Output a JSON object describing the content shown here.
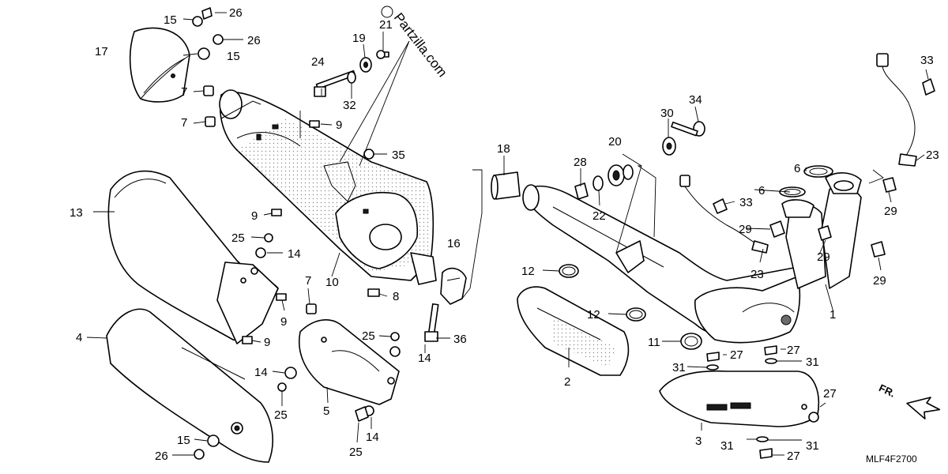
{
  "diagram": {
    "watermark": "Partzilla.com",
    "diagram_code": "MLF4F2700",
    "direction_label": "FR.",
    "callouts": [
      {
        "id": "c15a",
        "text": "15"
      },
      {
        "id": "c26a",
        "text": "26"
      },
      {
        "id": "c17",
        "text": "17"
      },
      {
        "id": "c26b",
        "text": "26"
      },
      {
        "id": "c15b",
        "text": "15"
      },
      {
        "id": "c7a",
        "text": "7"
      },
      {
        "id": "c7b",
        "text": "7"
      },
      {
        "id": "c24",
        "text": "24"
      },
      {
        "id": "c32",
        "text": "32"
      },
      {
        "id": "c19",
        "text": "19"
      },
      {
        "id": "c21",
        "text": "21"
      },
      {
        "id": "c9a",
        "text": "9"
      },
      {
        "id": "c35",
        "text": "35"
      },
      {
        "id": "c13",
        "text": "13"
      },
      {
        "id": "c9b",
        "text": "9"
      },
      {
        "id": "c25a",
        "text": "25"
      },
      {
        "id": "c14a",
        "text": "14"
      },
      {
        "id": "c10",
        "text": "10"
      },
      {
        "id": "c7c",
        "text": "7"
      },
      {
        "id": "c8",
        "text": "8"
      },
      {
        "id": "c9c",
        "text": "9"
      },
      {
        "id": "c9d",
        "text": "9"
      },
      {
        "id": "c4",
        "text": "4"
      },
      {
        "id": "c16",
        "text": "16"
      },
      {
        "id": "c36",
        "text": "36"
      },
      {
        "id": "c14b",
        "text": "14"
      },
      {
        "id": "c25b",
        "text": "25"
      },
      {
        "id": "c14c",
        "text": "14"
      },
      {
        "id": "c25c",
        "text": "25"
      },
      {
        "id": "c5",
        "text": "5"
      },
      {
        "id": "c14d",
        "text": "14"
      },
      {
        "id": "c25d",
        "text": "25"
      },
      {
        "id": "c15c",
        "text": "15"
      },
      {
        "id": "c26c",
        "text": "26"
      },
      {
        "id": "c18",
        "text": "18"
      },
      {
        "id": "c28",
        "text": "28"
      },
      {
        "id": "c22",
        "text": "22"
      },
      {
        "id": "c20",
        "text": "20"
      },
      {
        "id": "c30",
        "text": "30"
      },
      {
        "id": "c34",
        "text": "34"
      },
      {
        "id": "c12a",
        "text": "12"
      },
      {
        "id": "c12b",
        "text": "12"
      },
      {
        "id": "c2",
        "text": "2"
      },
      {
        "id": "c11",
        "text": "11"
      },
      {
        "id": "c27a",
        "text": "27"
      },
      {
        "id": "c31a",
        "text": "31"
      },
      {
        "id": "c27b",
        "text": "27"
      },
      {
        "id": "c31b",
        "text": "31"
      },
      {
        "id": "c3",
        "text": "3"
      },
      {
        "id": "c31c",
        "text": "31"
      },
      {
        "id": "c31d",
        "text": "31"
      },
      {
        "id": "c27c",
        "text": "27"
      },
      {
        "id": "c27d",
        "text": "27"
      },
      {
        "id": "c1",
        "text": "1"
      },
      {
        "id": "c23a",
        "text": "23"
      },
      {
        "id": "c29a",
        "text": "29"
      },
      {
        "id": "c29b",
        "text": "29"
      },
      {
        "id": "c29c",
        "text": "29"
      },
      {
        "id": "c29d",
        "text": "29"
      },
      {
        "id": "c6a",
        "text": "6"
      },
      {
        "id": "c6b",
        "text": "6"
      },
      {
        "id": "c33a",
        "text": "33"
      },
      {
        "id": "c33b",
        "text": "33"
      },
      {
        "id": "c23b",
        "text": "23"
      }
    ]
  }
}
